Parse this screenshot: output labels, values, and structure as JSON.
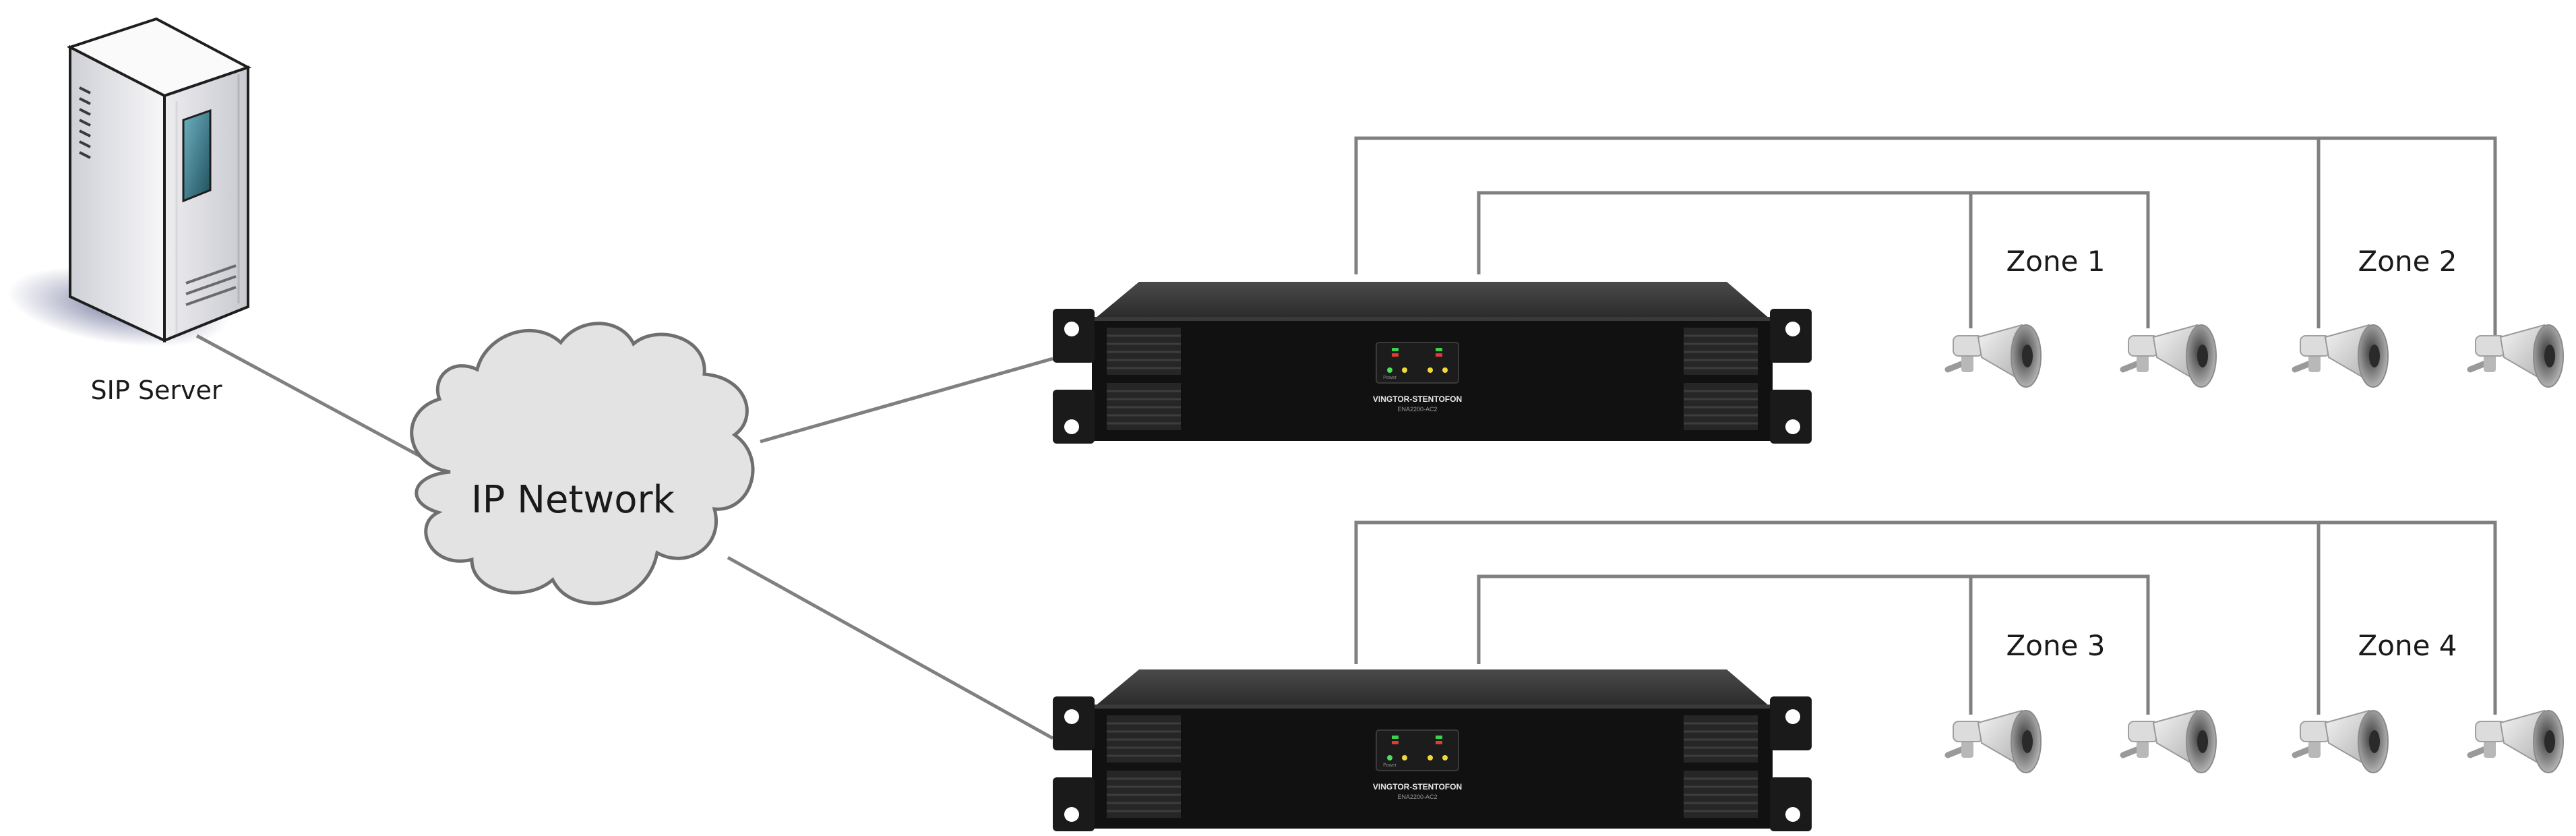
{
  "labels": {
    "sip_server": "SIP Server",
    "ip_network": "IP Network"
  },
  "amplifiers": [
    {
      "brand": "VINGTOR-STENTOFON",
      "model": "ENA2200-AC2"
    },
    {
      "brand": "VINGTOR-STENTOFON",
      "model": "ENA2200-AC2"
    }
  ],
  "zones": [
    {
      "label": "Zone 1"
    },
    {
      "label": "Zone 2"
    },
    {
      "label": "Zone 3"
    },
    {
      "label": "Zone 4"
    }
  ],
  "colors": {
    "wire": "#808080",
    "cloud_fill": "#e3e3e3",
    "cloud_stroke": "#6f6f6f",
    "amp_body": "#111111",
    "server_body": "#f0f0f2",
    "server_window": "#2e6f80"
  },
  "icons": {
    "server": "server-tower-icon",
    "cloud": "cloud-icon",
    "amplifier": "rack-amplifier-icon",
    "speaker": "horn-speaker-icon"
  }
}
